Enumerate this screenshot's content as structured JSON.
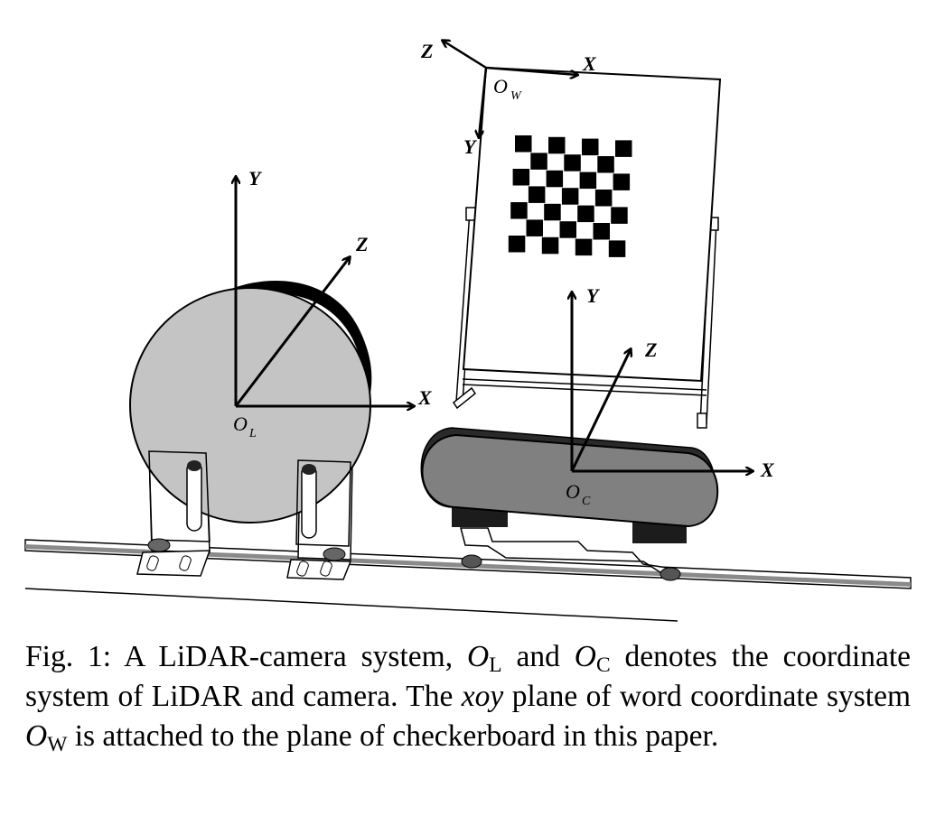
{
  "figure": {
    "lidar_frame": {
      "x_label": "X",
      "y_label": "Y",
      "z_label": "Z",
      "origin": "O",
      "origin_sub": "L"
    },
    "camera_frame": {
      "x_label": "X",
      "y_label": "Y",
      "z_label": "Z",
      "origin": "O",
      "origin_sub": "C"
    },
    "world_frame": {
      "x_label": "X",
      "y_label": "Y",
      "z_label": "Z",
      "origin": "O",
      "origin_sub": "W"
    }
  },
  "caption": {
    "prefix": "Fig. 1: A LiDAR-camera system,",
    "o": "O",
    "sub_l": "L",
    "and": "and",
    "sub_c": "C",
    "mid": "denotes the coordinate system of LiDAR and camera. The",
    "xoy": "xoy",
    "plane_text": "plane of word coordinate system",
    "sub_w": "W",
    "suffix": "is attached to the plane of checkerboard in this paper."
  }
}
